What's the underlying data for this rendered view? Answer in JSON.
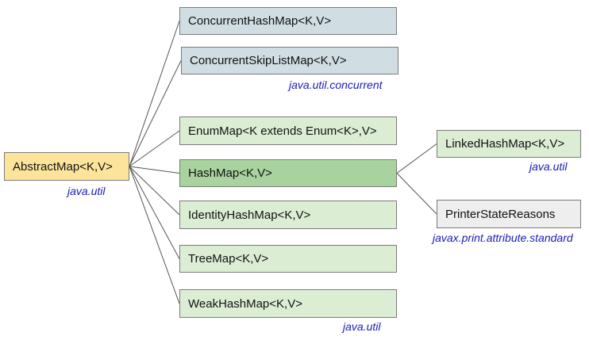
{
  "colors": {
    "root_fill": "#fde49b",
    "concurrent_fill": "#d0dee3",
    "util_fill": "#dbeed4",
    "hashmap_fill": "#a9d39e",
    "other_fill": "#eeeeee",
    "package_text": "#1a1ab8",
    "connector": "#555555"
  },
  "root": {
    "label": "AbstractMap<K,V>",
    "package": "java.util"
  },
  "concurrent": {
    "package": "java.util.concurrent",
    "items": [
      "ConcurrentHashMap<K,V>",
      "ConcurrentSkipListMap<K,V>"
    ]
  },
  "util": {
    "package": "java.util",
    "items": [
      "EnumMap<K extends Enum<K>,V>",
      "HashMap<K,V>",
      "IdentityHashMap<K,V>",
      "TreeMap<K,V>",
      "WeakHashMap<K,V>"
    ]
  },
  "hashmap_children": {
    "linked": {
      "label": "LinkedHashMap<K,V>",
      "package": "java.util"
    },
    "printer": {
      "label": "PrinterStateReasons",
      "package": "javax.print.attribute.standard"
    }
  },
  "edges": [
    [
      "root",
      "concurrent-hash-map"
    ],
    [
      "root",
      "concurrent-skip-list-map"
    ],
    [
      "root",
      "enum-map"
    ],
    [
      "root",
      "hash-map"
    ],
    [
      "root",
      "identity-hash-map"
    ],
    [
      "root",
      "tree-map"
    ],
    [
      "root",
      "weak-hash-map"
    ],
    [
      "hash-map",
      "linked-hash-map"
    ],
    [
      "hash-map",
      "printer-state-reasons"
    ]
  ]
}
